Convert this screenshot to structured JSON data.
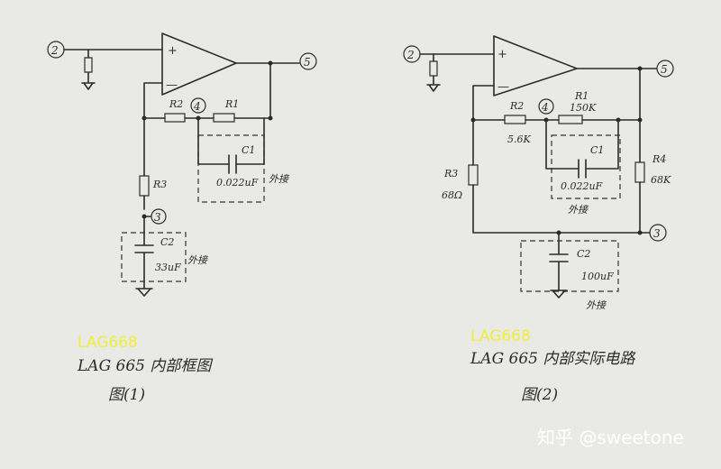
{
  "left": {
    "nodes": {
      "n2": "2",
      "n5": "5",
      "n4": "4",
      "n3": "3"
    },
    "opamp": {
      "plus": "+",
      "minus": "—"
    },
    "parts": {
      "r2": "R2",
      "r1": "R1",
      "r3": "R3",
      "c1": "C1",
      "c1_value": "0.022uF",
      "c1_note": "外接",
      "c2": "C2",
      "c2_value": "33uF",
      "c2_note": "外接"
    },
    "badge": "LAG668",
    "caption": "LAG 665 内部框图",
    "figure": "图(1)"
  },
  "right": {
    "nodes": {
      "n2": "2",
      "n5": "5",
      "n4": "4",
      "n3": "3"
    },
    "opamp": {
      "plus": "+",
      "minus": "—"
    },
    "parts": {
      "r2": "R2",
      "r2_value": "5.6K",
      "r1": "R1",
      "r1_value": "150K",
      "r3": "R3",
      "r3_value": "68Ω",
      "r4": "R4",
      "r4_value": "68K",
      "c1": "C1",
      "c1_value": "0.022uF",
      "c1_note": "外接",
      "c2": "C2",
      "c2_value": "100uF",
      "c2_note": "外接"
    },
    "badge": "LAG668",
    "caption": "LAG 665 内部实际电路",
    "figure": "图(2)"
  },
  "watermark": "知乎 @sweetone"
}
